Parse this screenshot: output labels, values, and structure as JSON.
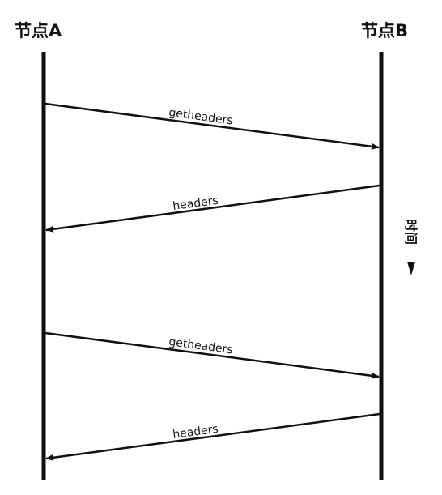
{
  "nodes": {
    "a": "节点A",
    "b": "节点B"
  },
  "messages": [
    {
      "label": "getheaders",
      "from": "a",
      "to": "b"
    },
    {
      "label": "headers",
      "from": "b",
      "to": "a"
    },
    {
      "label": "getheaders",
      "from": "a",
      "to": "b"
    },
    {
      "label": "headers",
      "from": "b",
      "to": "a"
    }
  ],
  "time_axis": {
    "label": "时间"
  },
  "colors": {
    "line": "#111111",
    "background": "#ffffff"
  }
}
